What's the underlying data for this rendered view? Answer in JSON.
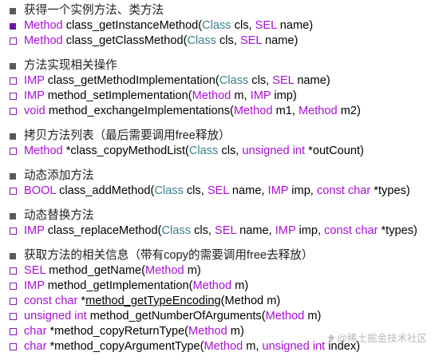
{
  "sections": [
    {
      "heading": "获得一个实例方法、类方法",
      "lines": [
        {
          "bullet": "filled-purple",
          "tokens": [
            {
              "t": "Method",
              "s": "kw"
            },
            {
              "t": " class_getInstanceMethod(",
              "s": "pl"
            },
            {
              "t": "Class",
              "s": "ty"
            },
            {
              "t": " cls, ",
              "s": "pl"
            },
            {
              "t": "SEL",
              "s": "kw"
            },
            {
              "t": " name)",
              "s": "pl"
            }
          ]
        },
        {
          "bullet": "hollow",
          "tokens": [
            {
              "t": "Method",
              "s": "kw"
            },
            {
              "t": " class_getClassMethod(",
              "s": "pl"
            },
            {
              "t": "Class",
              "s": "ty"
            },
            {
              "t": " cls, ",
              "s": "pl"
            },
            {
              "t": "SEL",
              "s": "kw"
            },
            {
              "t": " name)",
              "s": "pl"
            }
          ]
        }
      ]
    },
    {
      "heading": "方法实现相关操作",
      "lines": [
        {
          "bullet": "hollow",
          "tokens": [
            {
              "t": "IMP",
              "s": "kw"
            },
            {
              "t": " class_getMethodImplementation(",
              "s": "pl"
            },
            {
              "t": "Class",
              "s": "ty"
            },
            {
              "t": " cls, ",
              "s": "pl"
            },
            {
              "t": "SEL",
              "s": "kw"
            },
            {
              "t": " name)",
              "s": "pl"
            }
          ]
        },
        {
          "bullet": "hollow",
          "tokens": [
            {
              "t": "IMP",
              "s": "kw"
            },
            {
              "t": " method_setImplementation(",
              "s": "pl"
            },
            {
              "t": "Method",
              "s": "kw"
            },
            {
              "t": " m, ",
              "s": "pl"
            },
            {
              "t": "IMP",
              "s": "kw"
            },
            {
              "t": " imp)",
              "s": "pl"
            }
          ]
        },
        {
          "bullet": "hollow",
          "tokens": [
            {
              "t": "void",
              "s": "kw"
            },
            {
              "t": " method_exchangeImplementations(",
              "s": "pl"
            },
            {
              "t": "Method",
              "s": "kw"
            },
            {
              "t": " m1, ",
              "s": "pl"
            },
            {
              "t": "Method",
              "s": "kw"
            },
            {
              "t": " m2)",
              "s": "pl"
            }
          ]
        }
      ]
    },
    {
      "heading": "拷贝方法列表（最后需要调用free释放）",
      "lines": [
        {
          "bullet": "hollow",
          "tokens": [
            {
              "t": "Method",
              "s": "kw"
            },
            {
              "t": " *class_copyMethodList(",
              "s": "pl"
            },
            {
              "t": "Class",
              "s": "ty"
            },
            {
              "t": " cls, ",
              "s": "pl"
            },
            {
              "t": "unsigned int",
              "s": "kw"
            },
            {
              "t": " *outCount)",
              "s": "pl"
            }
          ]
        }
      ]
    },
    {
      "heading": "动态添加方法",
      "lines": [
        {
          "bullet": "hollow",
          "tokens": [
            {
              "t": "BOOL",
              "s": "kw"
            },
            {
              "t": " class_addMethod(",
              "s": "pl"
            },
            {
              "t": "Class",
              "s": "ty"
            },
            {
              "t": " cls, ",
              "s": "pl"
            },
            {
              "t": "SEL",
              "s": "kw"
            },
            {
              "t": " name, ",
              "s": "pl"
            },
            {
              "t": "IMP",
              "s": "kw"
            },
            {
              "t": " imp, ",
              "s": "pl"
            },
            {
              "t": "const char",
              "s": "kw"
            },
            {
              "t": " *types)",
              "s": "pl"
            }
          ]
        }
      ]
    },
    {
      "heading": "动态替换方法",
      "lines": [
        {
          "bullet": "hollow",
          "tokens": [
            {
              "t": "IMP",
              "s": "kw"
            },
            {
              "t": " class_replaceMethod(",
              "s": "pl"
            },
            {
              "t": "Class",
              "s": "ty"
            },
            {
              "t": " cls, ",
              "s": "pl"
            },
            {
              "t": "SEL",
              "s": "kw"
            },
            {
              "t": " name, ",
              "s": "pl"
            },
            {
              "t": "IMP",
              "s": "kw"
            },
            {
              "t": " imp, ",
              "s": "pl"
            },
            {
              "t": "const char",
              "s": "kw"
            },
            {
              "t": " *types)",
              "s": "pl"
            }
          ]
        }
      ]
    },
    {
      "heading": "获取方法的相关信息（带有copy的需要调用free去释放）",
      "lines": [
        {
          "bullet": "hollow",
          "tokens": [
            {
              "t": "SEL",
              "s": "kw"
            },
            {
              "t": " method_getName(",
              "s": "pl"
            },
            {
              "t": "Method",
              "s": "kw"
            },
            {
              "t": " m)",
              "s": "pl"
            }
          ]
        },
        {
          "bullet": "hollow",
          "tokens": [
            {
              "t": "IMP",
              "s": "kw"
            },
            {
              "t": " method_getImplementation(",
              "s": "pl"
            },
            {
              "t": "Method",
              "s": "kw"
            },
            {
              "t": " m)",
              "s": "pl"
            }
          ]
        },
        {
          "bullet": "hollow",
          "tokens": [
            {
              "t": "const char",
              "s": "kw"
            },
            {
              "t": " *",
              "s": "pl"
            },
            {
              "t": "method_getTypeEncoding",
              "s": "ul"
            },
            {
              "t": "(Method m)",
              "s": "pl"
            }
          ]
        },
        {
          "bullet": "hollow",
          "tokens": [
            {
              "t": "unsigned int",
              "s": "kw"
            },
            {
              "t": " method_getNumberOfArguments(",
              "s": "pl"
            },
            {
              "t": "Method",
              "s": "kw"
            },
            {
              "t": " m)",
              "s": "pl"
            }
          ]
        },
        {
          "bullet": "hollow",
          "tokens": [
            {
              "t": "char",
              "s": "kw"
            },
            {
              "t": " *method_copyReturnType(",
              "s": "pl"
            },
            {
              "t": "Method",
              "s": "kw"
            },
            {
              "t": " m)",
              "s": "pl"
            }
          ]
        },
        {
          "bullet": "hollow",
          "tokens": [
            {
              "t": "char",
              "s": "kw"
            },
            {
              "t": " *method_copyArgumentType(",
              "s": "pl"
            },
            {
              "t": "Method",
              "s": "kw"
            },
            {
              "t": " m, ",
              "s": "pl"
            },
            {
              "t": "unsigned int",
              "s": "kw"
            },
            {
              "t": " index)",
              "s": "pl"
            }
          ]
        }
      ]
    }
  ],
  "watermark": {
    "text": "@稀土掘金技术社区",
    "icon": "juejin-logo-icon"
  }
}
